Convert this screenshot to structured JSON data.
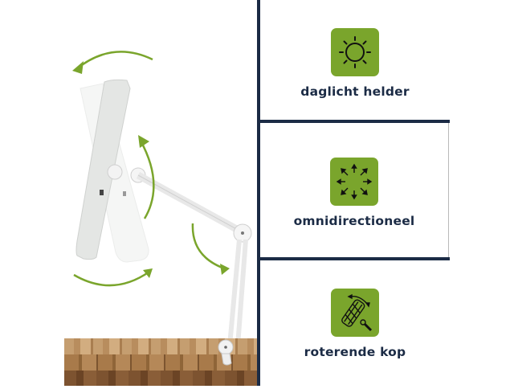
{
  "features": [
    {
      "icon": "sun-icon",
      "label": "daglicht helder"
    },
    {
      "icon": "omnidirectional-arrows-icon",
      "label": "omnidirectioneel"
    },
    {
      "icon": "rotating-lamp-head-icon",
      "label": "roterende kop"
    }
  ],
  "product_image": {
    "subject": "white LED desk lamp with rotating head clamped to wooden table",
    "arrow_color": "#7aa52c"
  },
  "colors": {
    "accent_green": "#7aa52c",
    "navy": "#1b2b45",
    "icon_stroke": "#111111"
  }
}
